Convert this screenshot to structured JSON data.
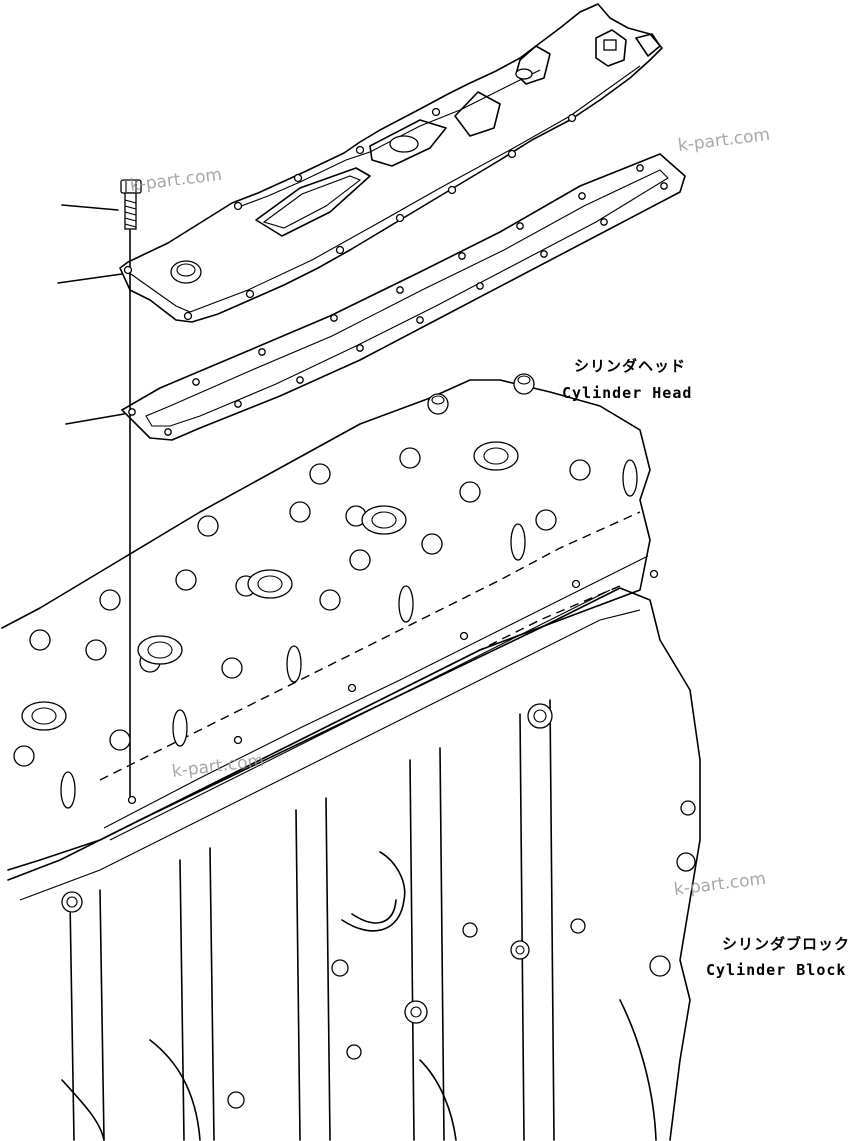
{
  "labels": {
    "cylinder_head_jp": "シリンダヘッド",
    "cylinder_head_en": "Cylinder Head",
    "cylinder_block_jp": "シリンダブロック",
    "cylinder_block_en": "Cylinder Block"
  },
  "watermarks": [
    "k-part.com",
    "k-part.com",
    "k-part.com",
    "k-part.com"
  ],
  "colors": {
    "line": "#000000",
    "background": "#ffffff",
    "watermark": "#9a9a9a"
  }
}
